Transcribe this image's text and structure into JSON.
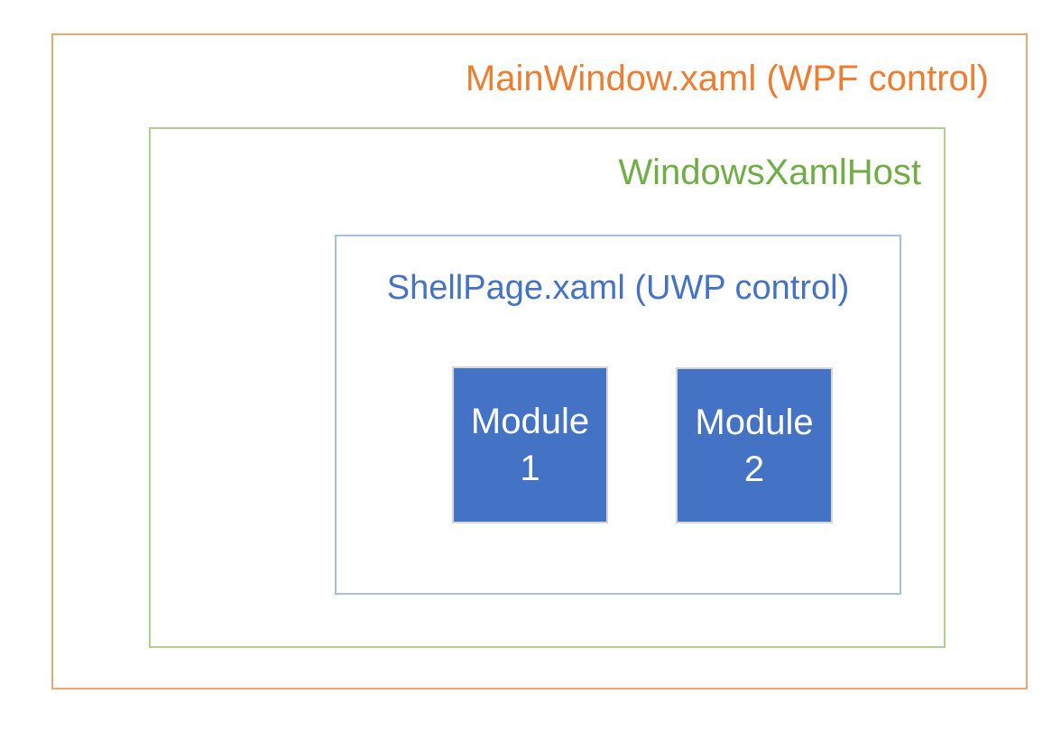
{
  "diagram": {
    "title_note": "Nested XAML hosting architecture diagram",
    "outer_frame": {
      "label": "MainWindow.xaml (WPF control)",
      "text_color": "#ED7D31",
      "border_color": "#F1A470"
    },
    "host_frame": {
      "label": "WindowsXamlHost",
      "text_color": "#70AD47",
      "border_color": "#ABD18C"
    },
    "shell_frame": {
      "label": "ShellPage.xaml (UWP control)",
      "text_color": "#4472C4",
      "border_color": "#A6BEE0"
    },
    "modules": [
      {
        "lines": [
          "Module",
          "1"
        ],
        "fill_color": "#4472C4",
        "border_color": "#D6D6D6",
        "text_color": "#FFFFFF"
      },
      {
        "lines": [
          "Module",
          "2"
        ],
        "fill_color": "#4472C4",
        "border_color": "#D6D6D6",
        "text_color": "#FFFFFF"
      }
    ]
  }
}
